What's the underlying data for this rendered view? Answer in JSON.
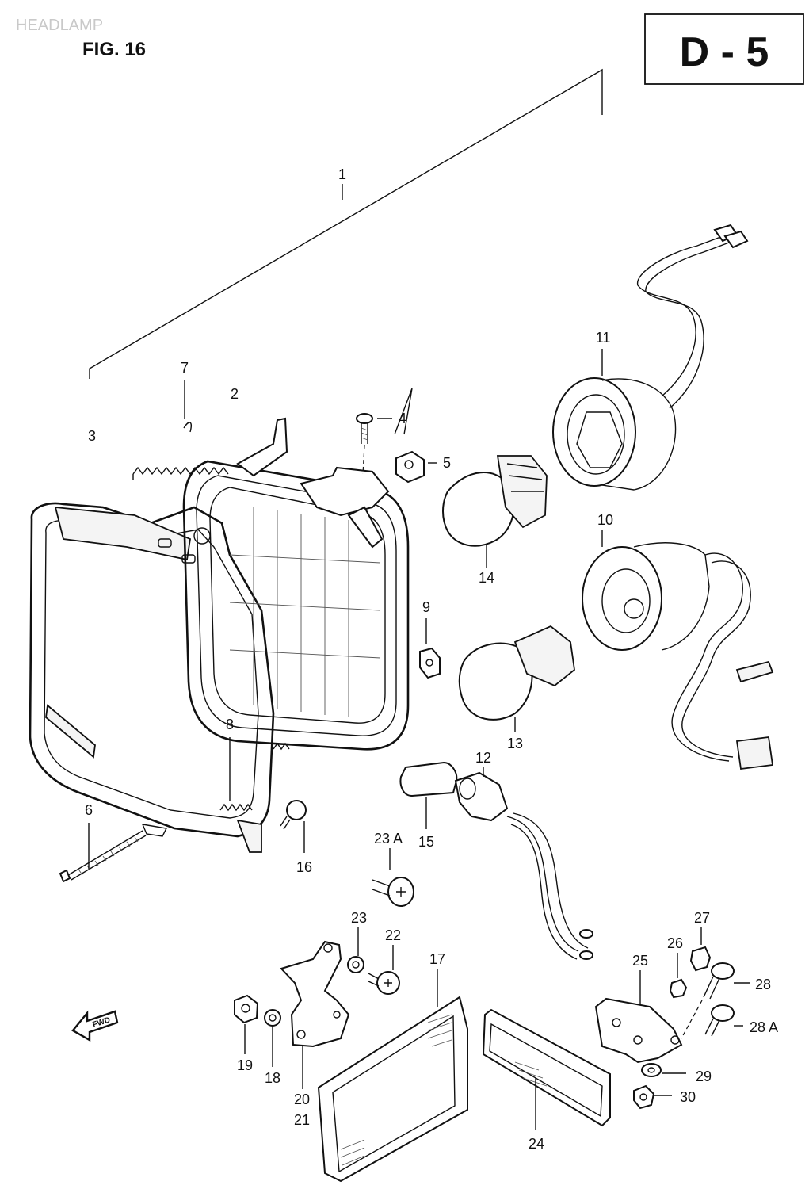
{
  "header": {
    "watermark": "HEADLAMP",
    "figure": "FIG. 16",
    "section_code": "D - 5"
  },
  "fwd_arrow_text": "FWD",
  "callouts": [
    {
      "id": "c1",
      "text": "1"
    },
    {
      "id": "c2",
      "text": "2"
    },
    {
      "id": "c3",
      "text": "3"
    },
    {
      "id": "c4",
      "text": "4"
    },
    {
      "id": "c5",
      "text": "5"
    },
    {
      "id": "c6",
      "text": "6"
    },
    {
      "id": "c7",
      "text": "7"
    },
    {
      "id": "c8",
      "text": "8"
    },
    {
      "id": "c9",
      "text": "9"
    },
    {
      "id": "c10",
      "text": "10"
    },
    {
      "id": "c11",
      "text": "11"
    },
    {
      "id": "c12",
      "text": "12"
    },
    {
      "id": "c13",
      "text": "13"
    },
    {
      "id": "c14",
      "text": "14"
    },
    {
      "id": "c15",
      "text": "15"
    },
    {
      "id": "c16",
      "text": "16"
    },
    {
      "id": "c17",
      "text": "17"
    },
    {
      "id": "c18",
      "text": "18"
    },
    {
      "id": "c19",
      "text": "19"
    },
    {
      "id": "c20",
      "text": "20"
    },
    {
      "id": "c21",
      "text": "21"
    },
    {
      "id": "c22",
      "text": "22"
    },
    {
      "id": "c23",
      "text": "23"
    },
    {
      "id": "c23a",
      "text": "23 A"
    },
    {
      "id": "c24",
      "text": "24"
    },
    {
      "id": "c25",
      "text": "25"
    },
    {
      "id": "c26",
      "text": "26"
    },
    {
      "id": "c27",
      "text": "27"
    },
    {
      "id": "c28",
      "text": "28"
    },
    {
      "id": "c28a",
      "text": "28 A"
    },
    {
      "id": "c29",
      "text": "29"
    },
    {
      "id": "c30",
      "text": "30"
    }
  ]
}
